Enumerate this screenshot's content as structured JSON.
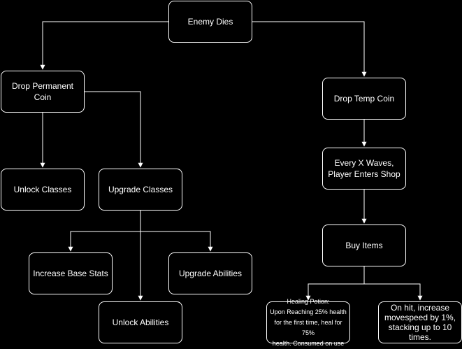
{
  "diagram": {
    "background_color": "#000000",
    "stroke_color": "#ffffff",
    "text_color": "#ffffff",
    "nodes": {
      "enemy_dies": "Enemy Dies",
      "drop_permanent_coin": "Drop Permanent Coin",
      "drop_temp_coin": "Drop Temp Coin",
      "unlock_classes": "Unlock Classes",
      "upgrade_classes": "Upgrade Classes",
      "shop": "Every X Waves,\nPlayer Enters Shop",
      "increase_base_stats": "Increase Base Stats",
      "upgrade_abilities": "Upgrade Abilities",
      "buy_items": "Buy Items",
      "unlock_abilities": "Unlock Abilities",
      "healing_potion": "Healing Potion:\nUpon Reaching 25% health\nfor the first time, heal for 75%\nhealth. Consumed on use",
      "on_hit": "On hit, increase\nmovespeed by 1%,\nstacking up to 10\ntimes."
    },
    "edges": [
      {
        "from": "enemy_dies",
        "to": "drop_permanent_coin"
      },
      {
        "from": "enemy_dies",
        "to": "drop_temp_coin"
      },
      {
        "from": "drop_permanent_coin",
        "to": "unlock_classes"
      },
      {
        "from": "drop_permanent_coin",
        "to": "upgrade_classes"
      },
      {
        "from": "upgrade_classes",
        "to": "increase_base_stats"
      },
      {
        "from": "upgrade_classes",
        "to": "upgrade_abilities"
      },
      {
        "from": "upgrade_classes",
        "to": "unlock_abilities"
      },
      {
        "from": "drop_temp_coin",
        "to": "shop"
      },
      {
        "from": "shop",
        "to": "buy_items"
      },
      {
        "from": "buy_items",
        "to": "healing_potion"
      },
      {
        "from": "buy_items",
        "to": "on_hit"
      }
    ]
  }
}
